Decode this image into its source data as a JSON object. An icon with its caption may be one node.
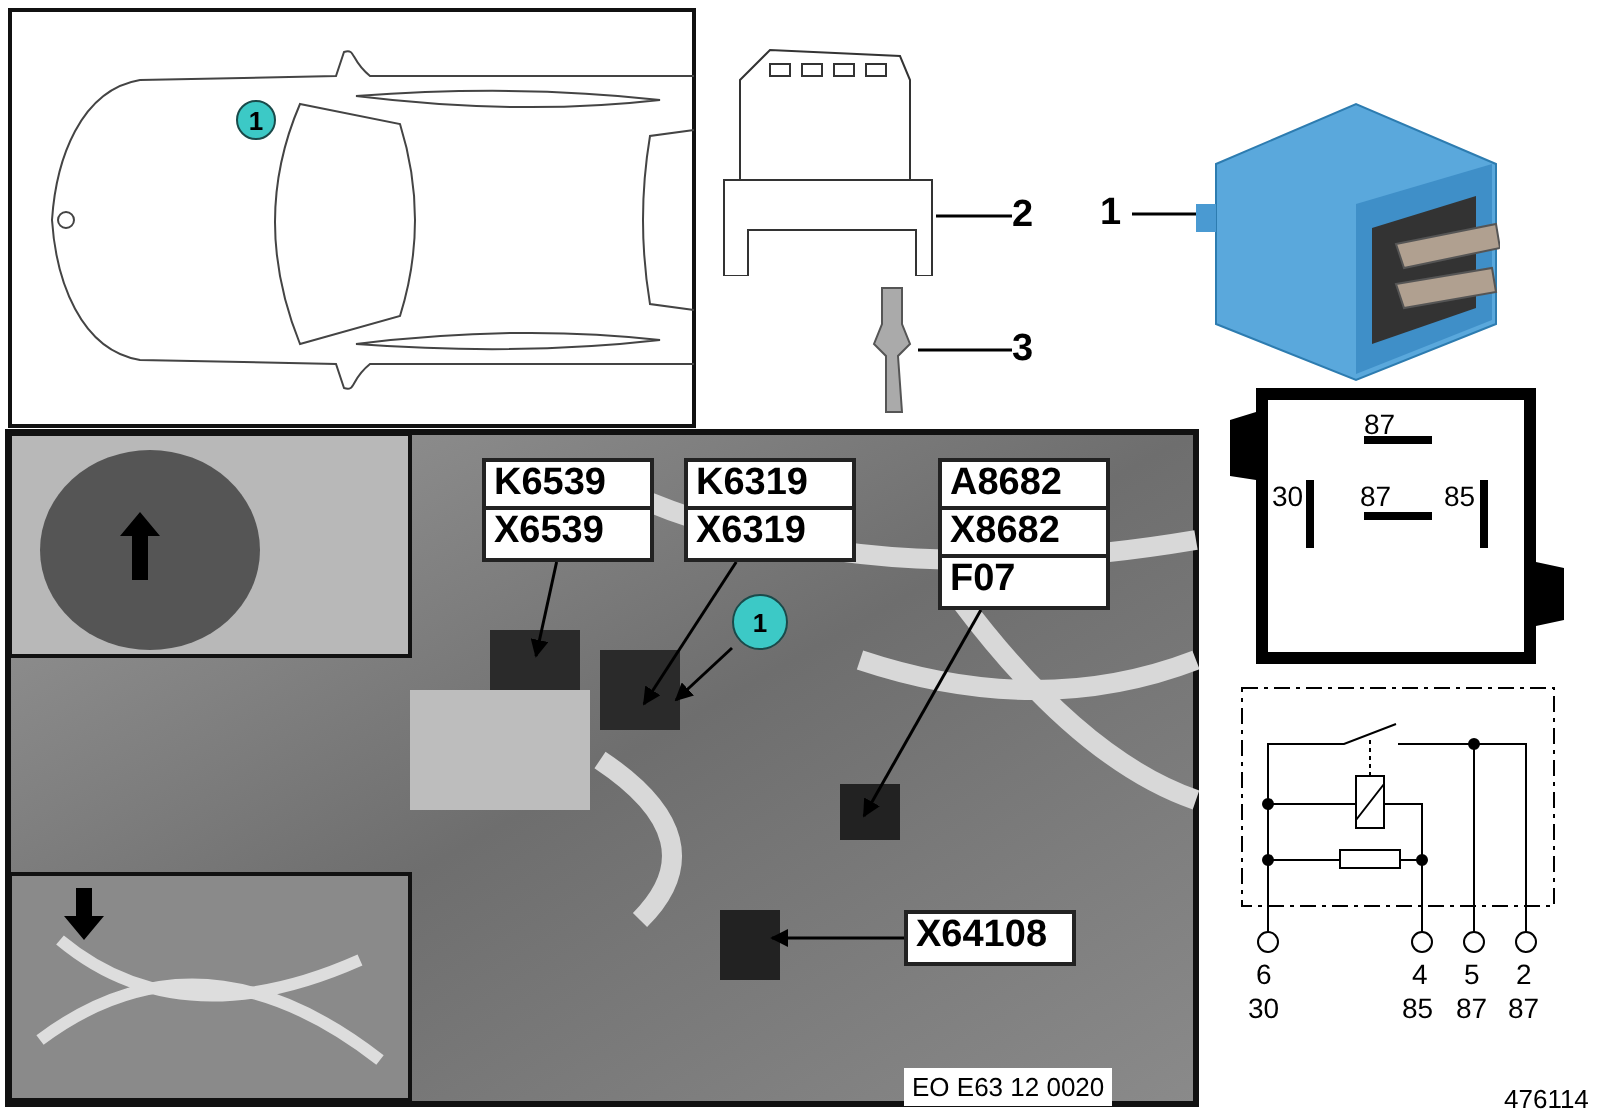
{
  "diagram": {
    "nodes": [
      {
        "text": [
          "1"
        ]
      },
      {
        "text": [],
        "shape": "picture"
      },
      {
        "text": [
          "2"
        ]
      },
      {
        "text": [],
        "shape": "picture"
      },
      {
        "text": [
          "3"
        ]
      },
      {
        "text": [],
        "shape": "picture"
      },
      {
        "text": [
          "1"
        ]
      },
      {
        "text": [
          "K6539",
          "X6539"
        ]
      },
      {
        "text": [
          "K6319",
          "X6319"
        ]
      },
      {
        "text": [
          "1"
        ]
      },
      {
        "text": [
          "A8682",
          "X8682",
          "F07"
        ]
      },
      {
        "text": [
          "X64108"
        ]
      }
    ],
    "edges": [
      {
        "from": 0,
        "to": 1,
        "arrow": "none"
      },
      {
        "from": 2,
        "to": 3,
        "arrow": "none"
      },
      {
        "from": 4,
        "to": 5,
        "arrow": "none"
      },
      {
        "from": 7,
        "to": null,
        "arrow": "to"
      },
      {
        "from": 8,
        "to": null,
        "arrow": "to"
      },
      {
        "from": 9,
        "to": null,
        "arrow": "to"
      },
      {
        "from": 10,
        "to": null,
        "arrow": "to"
      },
      {
        "from": 11,
        "to": null,
        "arrow": "to"
      }
    ],
    "labels": [
      "87",
      "30",
      "87",
      "85",
      "6",
      "4",
      "5",
      "2",
      "30",
      "85",
      "87",
      "87",
      "EO E63 12 0020",
      "476114"
    ]
  }
}
